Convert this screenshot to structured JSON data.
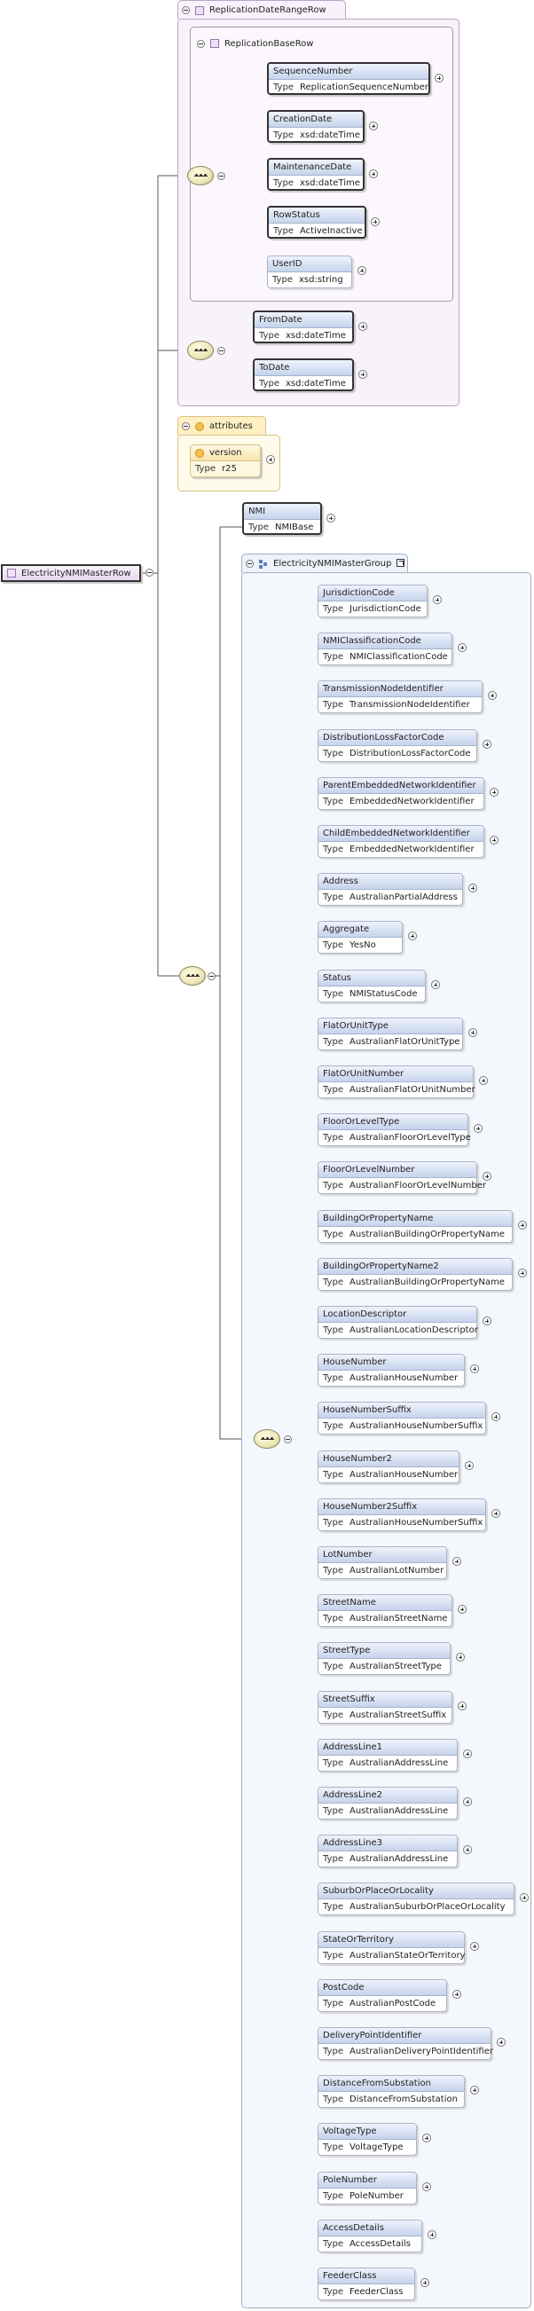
{
  "root": {
    "name": "ElectricityNMIMasterRow"
  },
  "replication_date_range": {
    "name": "ReplicationDateRangeRow",
    "base": {
      "name": "ReplicationBaseRow",
      "elements": [
        {
          "name": "SequenceNumber",
          "type_label": "Type",
          "type": "ReplicationSequenceNumber"
        },
        {
          "name": "CreationDate",
          "type_label": "Type",
          "type": "xsd:dateTime"
        },
        {
          "name": "MaintenanceDate",
          "type_label": "Type",
          "type": "xsd:dateTime"
        },
        {
          "name": "RowStatus",
          "type_label": "Type",
          "type": "ActiveInactive"
        },
        {
          "name": "UserID",
          "type_label": "Type",
          "type": "xsd:string"
        }
      ]
    },
    "dates": [
      {
        "name": "FromDate",
        "type_label": "Type",
        "type": "xsd:dateTime"
      },
      {
        "name": "ToDate",
        "type_label": "Type",
        "type": "xsd:dateTime"
      }
    ]
  },
  "attributes": {
    "title": "attributes",
    "version": {
      "name": "version",
      "type_label": "Type",
      "type": "r25"
    }
  },
  "nmi": {
    "name": "NMI",
    "type_label": "Type",
    "type": "NMIBase"
  },
  "master_group": {
    "name": "ElectricityNMIMasterGroup",
    "elements": [
      {
        "name": "JurisdictionCode",
        "type_label": "Type",
        "type": "JurisdictionCode"
      },
      {
        "name": "NMIClassificationCode",
        "type_label": "Type",
        "type": "NMIClassificationCode"
      },
      {
        "name": "TransmissionNodeIdentifier",
        "type_label": "Type",
        "type": "TransmissionNodeIdentifier"
      },
      {
        "name": "DistributionLossFactorCode",
        "type_label": "Type",
        "type": "DistributionLossFactorCode"
      },
      {
        "name": "ParentEmbeddedNetworkIdentifier",
        "type_label": "Type",
        "type": "EmbeddedNetworkIdentifier"
      },
      {
        "name": "ChildEmbeddedNetworkIdentifier",
        "type_label": "Type",
        "type": "EmbeddedNetworkIdentifier"
      },
      {
        "name": "Address",
        "type_label": "Type",
        "type": "AustralianPartialAddress"
      },
      {
        "name": "Aggregate",
        "type_label": "Type",
        "type": "YesNo"
      },
      {
        "name": "Status",
        "type_label": "Type",
        "type": "NMIStatusCode"
      },
      {
        "name": "FlatOrUnitType",
        "type_label": "Type",
        "type": "AustralianFlatOrUnitType"
      },
      {
        "name": "FlatOrUnitNumber",
        "type_label": "Type",
        "type": "AustralianFlatOrUnitNumber"
      },
      {
        "name": "FloorOrLevelType",
        "type_label": "Type",
        "type": "AustralianFloorOrLevelType"
      },
      {
        "name": "FloorOrLevelNumber",
        "type_label": "Type",
        "type": "AustralianFloorOrLevelNumber"
      },
      {
        "name": "BuildingOrPropertyName",
        "type_label": "Type",
        "type": "AustralianBuildingOrPropertyName"
      },
      {
        "name": "BuildingOrPropertyName2",
        "type_label": "Type",
        "type": "AustralianBuildingOrPropertyName"
      },
      {
        "name": "LocationDescriptor",
        "type_label": "Type",
        "type": "AustralianLocationDescriptor"
      },
      {
        "name": "HouseNumber",
        "type_label": "Type",
        "type": "AustralianHouseNumber"
      },
      {
        "name": "HouseNumberSuffix",
        "type_label": "Type",
        "type": "AustralianHouseNumberSuffix"
      },
      {
        "name": "HouseNumber2",
        "type_label": "Type",
        "type": "AustralianHouseNumber"
      },
      {
        "name": "HouseNumber2Suffix",
        "type_label": "Type",
        "type": "AustralianHouseNumberSuffix"
      },
      {
        "name": "LotNumber",
        "type_label": "Type",
        "type": "AustralianLotNumber"
      },
      {
        "name": "StreetName",
        "type_label": "Type",
        "type": "AustralianStreetName"
      },
      {
        "name": "StreetType",
        "type_label": "Type",
        "type": "AustralianStreetType"
      },
      {
        "name": "StreetSuffix",
        "type_label": "Type",
        "type": "AustralianStreetSuffix"
      },
      {
        "name": "AddressLine1",
        "type_label": "Type",
        "type": "AustralianAddressLine"
      },
      {
        "name": "AddressLine2",
        "type_label": "Type",
        "type": "AustralianAddressLine"
      },
      {
        "name": "AddressLine3",
        "type_label": "Type",
        "type": "AustralianAddressLine"
      },
      {
        "name": "SuburbOrPlaceOrLocality",
        "type_label": "Type",
        "type": "AustralianSuburbOrPlaceOrLocality"
      },
      {
        "name": "StateOrTerritory",
        "type_label": "Type",
        "type": "AustralianStateOrTerritory"
      },
      {
        "name": "PostCode",
        "type_label": "Type",
        "type": "AustralianPostCode"
      },
      {
        "name": "DeliveryPointIdentifier",
        "type_label": "Type",
        "type": "AustralianDeliveryPointIdentifier"
      },
      {
        "name": "DistanceFromSubstation",
        "type_label": "Type",
        "type": "DistanceFromSubstation"
      },
      {
        "name": "VoltageType",
        "type_label": "Type",
        "type": "VoltageType"
      },
      {
        "name": "PoleNumber",
        "type_label": "Type",
        "type": "PoleNumber"
      },
      {
        "name": "AccessDetails",
        "type_label": "Type",
        "type": "AccessDetails"
      },
      {
        "name": "FeederClass",
        "type_label": "Type",
        "type": "FeederClass"
      }
    ]
  }
}
